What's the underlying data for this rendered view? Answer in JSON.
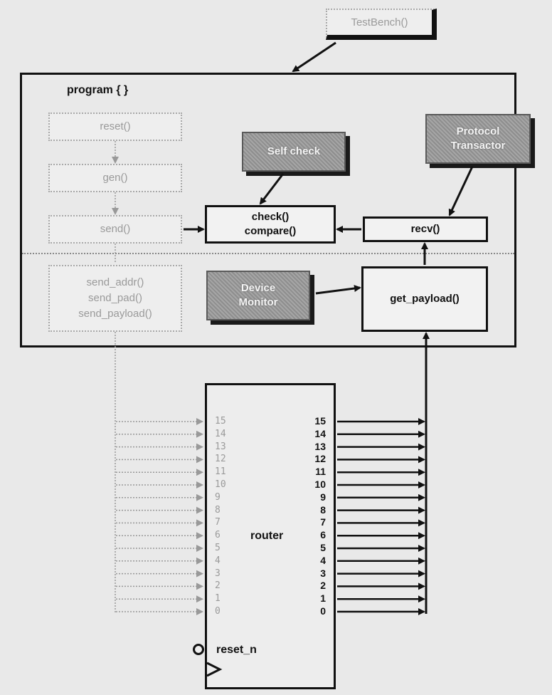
{
  "testbench": {
    "label": "TestBench()"
  },
  "program": {
    "title": "program { }"
  },
  "steps": {
    "reset": "reset()",
    "gen": "gen()",
    "send": "send()",
    "send_addr": "send_addr()",
    "send_pad": "send_pad()",
    "send_payload": "send_payload()"
  },
  "components": {
    "self_check": "Self check",
    "protocol_line1": "Protocol",
    "protocol_line2": "Transactor",
    "check": "check()",
    "compare": "compare()",
    "recv": "recv()",
    "device_line1": "Device",
    "device_line2": "Monitor",
    "get_payload": "get_payload()"
  },
  "router": {
    "label": "router",
    "reset": "reset_n",
    "input_pins": [
      "15",
      "14",
      "13",
      "12",
      "11",
      "10",
      "9",
      "8",
      "7",
      "6",
      "5",
      "4",
      "3",
      "2",
      "1",
      "0"
    ],
    "output_pins": [
      "15",
      "14",
      "13",
      "12",
      "11",
      "10",
      "9",
      "8",
      "7",
      "6",
      "5",
      "4",
      "3",
      "2",
      "1",
      "0"
    ]
  }
}
